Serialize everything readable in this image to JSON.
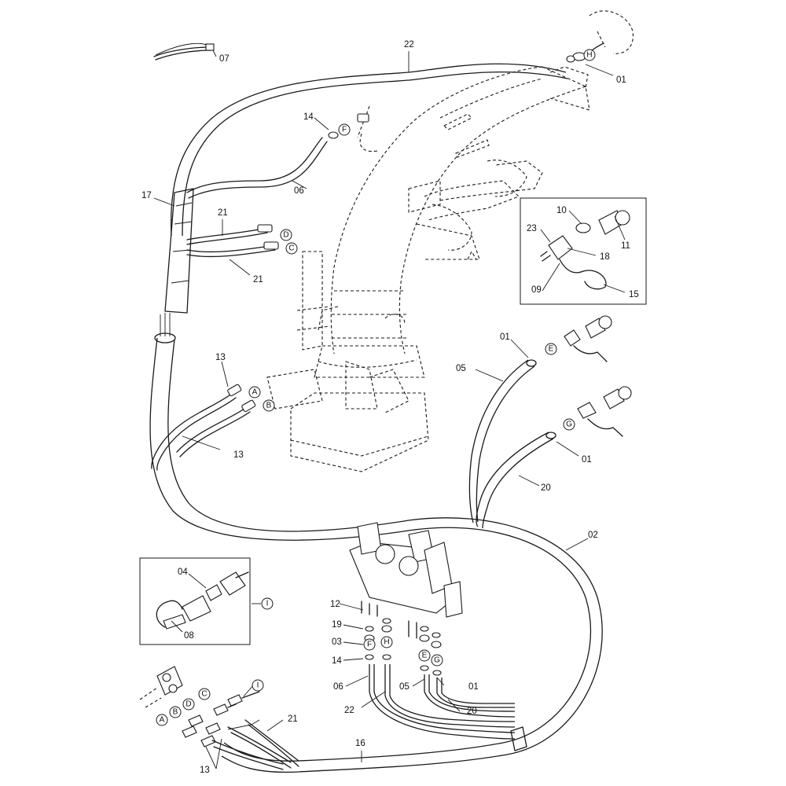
{
  "callouts": {
    "c07": "07",
    "c22": "22",
    "c01a": "01",
    "c14a": "14",
    "c06a": "06",
    "c17": "17",
    "c21a": "21",
    "c21b": "21",
    "c13a": "13",
    "c13b": "13",
    "c10": "10",
    "c23": "23",
    "c11": "11",
    "c18": "18",
    "c09": "09",
    "c15": "15",
    "c01b": "01",
    "c05a": "05",
    "c01c": "01",
    "c20a": "20",
    "c02": "02",
    "c04": "04",
    "c08": "08",
    "c12": "12",
    "c19": "19",
    "c03": "03",
    "c14b": "14",
    "c06b": "06",
    "c22b": "22",
    "c05b": "05",
    "c01d": "01",
    "c20b": "20",
    "c21c": "21",
    "c16": "16",
    "c13c": "13"
  },
  "circle_letters": {
    "H_top": "H",
    "F_top": "F",
    "D_top": "D",
    "C_top": "C",
    "A_mid": "A",
    "B_mid": "B",
    "E_right": "E",
    "G_right": "G",
    "I_box": "I",
    "F_valve": "F",
    "H_valve": "H",
    "E_valve": "E",
    "G_valve": "G",
    "C_bot": "C",
    "I_bot": "I",
    "D_bot": "D",
    "B_bot": "B",
    "A_bot": "A"
  }
}
